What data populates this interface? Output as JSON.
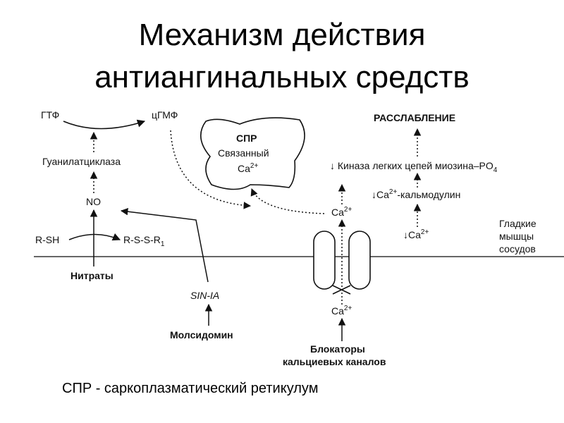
{
  "slide": {
    "title_line1": "Механизм действия",
    "title_line2": "антиангинальных средств",
    "caption": "СПР - саркоплазматический ретикулум"
  },
  "diagram": {
    "nodes": {
      "gtp": "ГТФ",
      "cgmp": "цГМФ",
      "guanylate_cyclase": "Гуанилатциклаза",
      "no": "NO",
      "rsh": "R-SH",
      "rssr": "R-S-S-R",
      "rssr_sub": "1",
      "nitrates": "Нитраты",
      "sin1a": "SIN-IA",
      "molsidomine": "Молсидомин",
      "spr_title": "СПР",
      "spr_bound": "Связанный",
      "spr_ca": "Ca",
      "ca_sup": "2+",
      "ca": "Ca",
      "relaxation": "РАССЛАБЛЕНИЕ",
      "kinase": "↓ Киназа легких цепей миозина–PO",
      "kinase_sub": "4",
      "calmodulin_prefix": "↓Ca",
      "calmodulin_suffix": "-кальмодулин",
      "ca_down": "↓Ca",
      "smooth_muscle_1": "Гладкие",
      "smooth_muscle_2": "мышцы",
      "smooth_muscle_3": "сосудов",
      "blockers_1": "Блокаторы",
      "blockers_2": "кальциевых каналов"
    }
  }
}
